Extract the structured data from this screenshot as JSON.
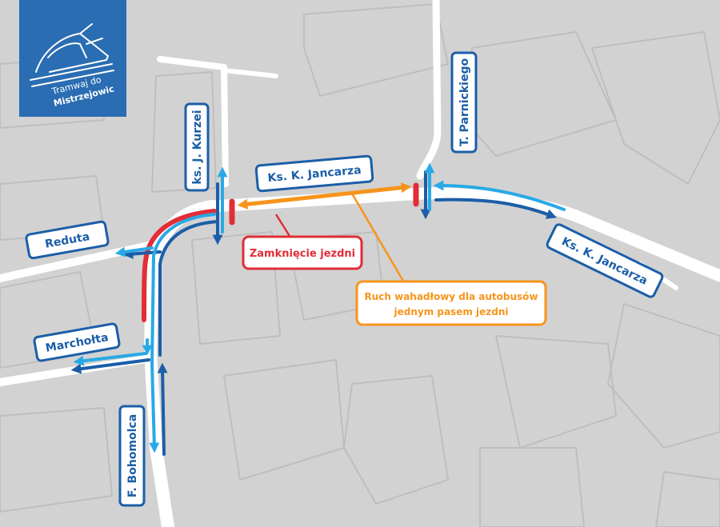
{
  "logo": {
    "line1": "Tramwaj do",
    "line2": "Mistrzejowic"
  },
  "streets": {
    "kurzei": "ks. J. Kurzei",
    "jancarza_top": "Ks. K. Jancarza",
    "parnickiego": "T. Parnickiego",
    "reduta": "Reduta",
    "jancarza_right": "Ks. K. Jancarza",
    "marcholta": "Marchołta",
    "bohomolca": "F. Bohomolca"
  },
  "callouts": {
    "closure": "Zamknięcie jezdni",
    "shuttle_line1": "Ruch wahadłowy dla autobusów",
    "shuttle_line2": "jednym pasem jezdni"
  },
  "colors": {
    "background": "#d2d2d2",
    "road": "#ffffff",
    "block_outline": "#bdbdbd",
    "route_dark": "#1b5ea8",
    "route_light": "#29a9e6",
    "closure_red": "#e22d37",
    "shuttle_orange": "#f7941d",
    "logo_bg": "#2a6db2"
  }
}
